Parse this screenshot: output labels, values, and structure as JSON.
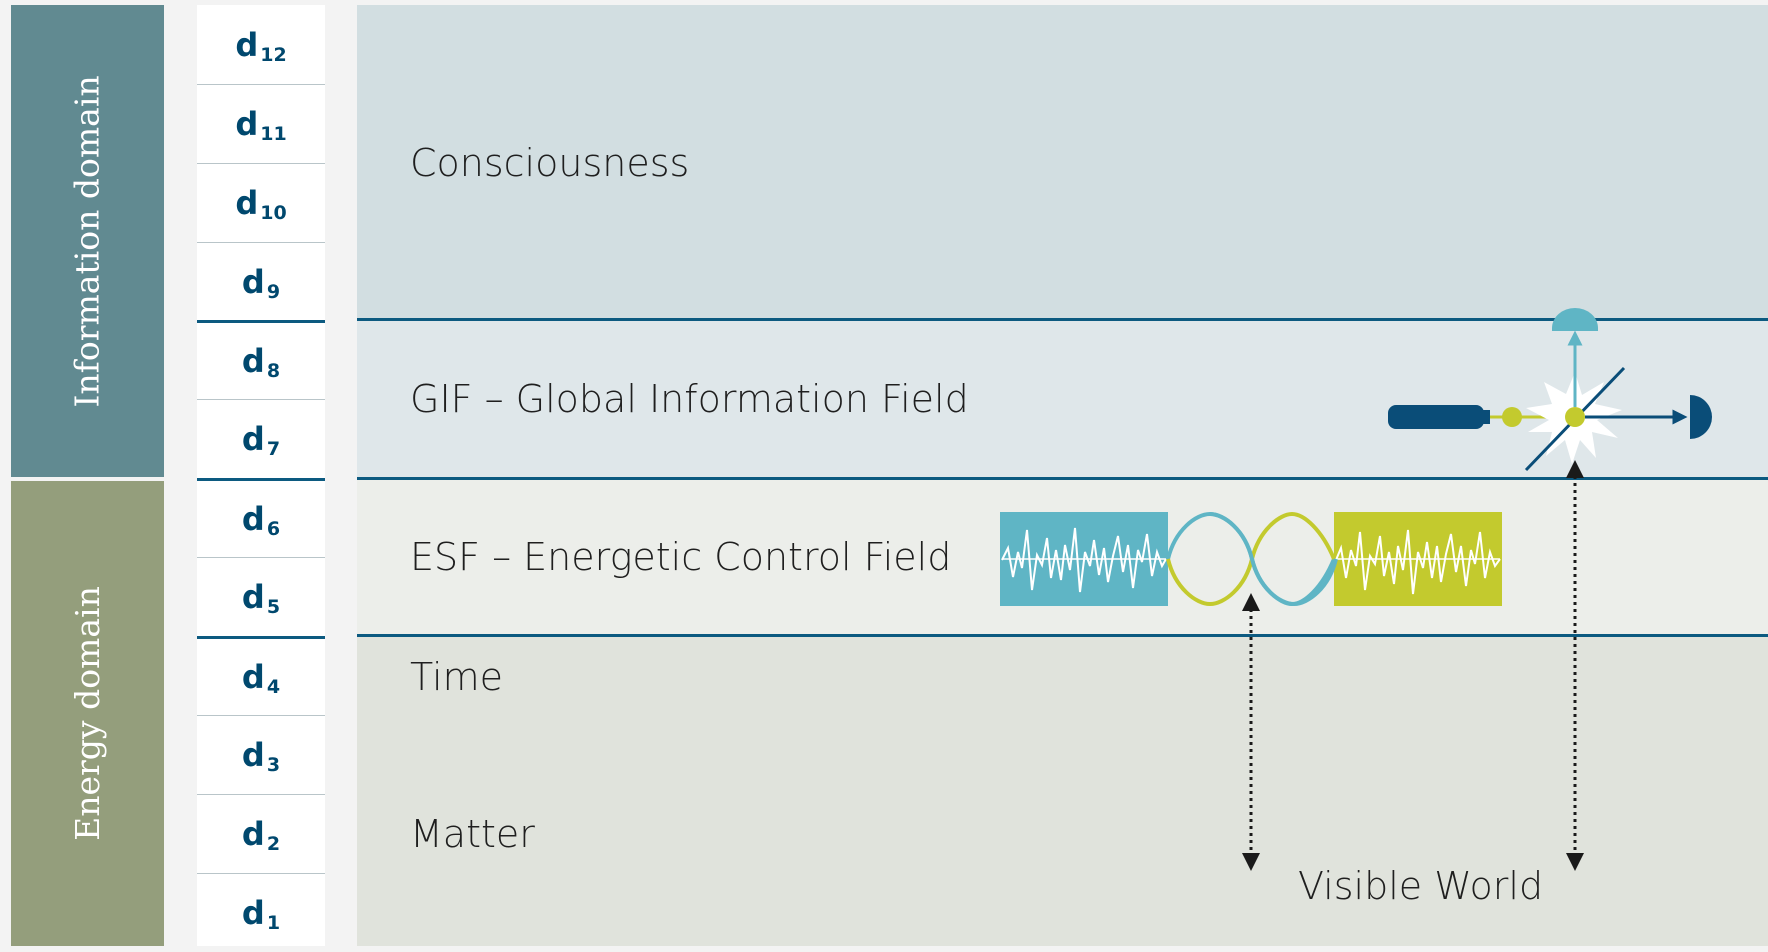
{
  "domains": {
    "information": "Information domain",
    "energy": "Energy domain"
  },
  "dimensions": [
    {
      "letter": "d",
      "index": "12"
    },
    {
      "letter": "d",
      "index": "11"
    },
    {
      "letter": "d",
      "index": "10"
    },
    {
      "letter": "d",
      "index": "9"
    },
    {
      "letter": "d",
      "index": "8"
    },
    {
      "letter": "d",
      "index": "7"
    },
    {
      "letter": "d",
      "index": "6"
    },
    {
      "letter": "d",
      "index": "5"
    },
    {
      "letter": "d",
      "index": "4"
    },
    {
      "letter": "d",
      "index": "3"
    },
    {
      "letter": "d",
      "index": "2"
    },
    {
      "letter": "d",
      "index": "1"
    }
  ],
  "layers": {
    "consciousness": "Consciousness",
    "gif": "GIF – Global Information Field",
    "esf": "ESF – Energetic Control Field",
    "time": "Time",
    "matter": "Matter",
    "visible_world": "Visible World"
  },
  "colors": {
    "information_domain": "#618a91",
    "energy_domain": "#949e7c",
    "dimension_text": "#00486e",
    "divider": "#0c5a80",
    "signal_teal": "#5fb5c5",
    "signal_lime": "#c3ca2e",
    "laser_blue": "#0a4d78"
  },
  "icons": [
    "laser-emitter-icon",
    "beam-splitter-icon",
    "detector-dome-icon",
    "detector-half-disc-icon",
    "noise-signal-icon",
    "sine-wave-icon"
  ]
}
